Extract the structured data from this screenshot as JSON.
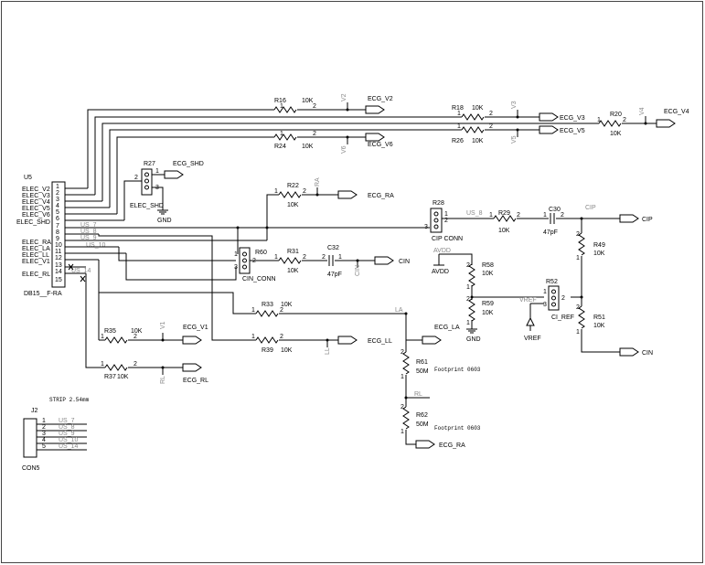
{
  "u5": {
    "ref": "U5",
    "part": "DB15__F-RA",
    "pins": [
      "1",
      "2",
      "3",
      "4",
      "5",
      "6",
      "7",
      "8",
      "9",
      "10",
      "11",
      "12",
      "13",
      "14",
      "15"
    ],
    "signals": [
      "ELEC_V2",
      "ELEC_V3",
      "ELEC_V4",
      "ELEC_V5",
      "ELEC_V6",
      "ELEC_SHD",
      "ELEC_RA",
      "ELEC_LA",
      "ELEC_LL",
      "ELEC_V1",
      "ELEC_RL"
    ],
    "nets": [
      "US_7",
      "US_8",
      "US_9",
      "US_10",
      "US_14"
    ]
  },
  "resistors": {
    "r16": {
      "ref": "R16",
      "value": "10K"
    },
    "r18": {
      "ref": "R18",
      "value": "10K"
    },
    "r20": {
      "ref": "R20",
      "value": "10K"
    },
    "r24": {
      "ref": "R24",
      "value": "10K"
    },
    "r26": {
      "ref": "R26",
      "value": "10K"
    },
    "r22": {
      "ref": "R22",
      "value": "10K"
    },
    "r29": {
      "ref": "R29",
      "value": "10K"
    },
    "r31": {
      "ref": "R31",
      "value": "10K"
    },
    "r33": {
      "ref": "R33",
      "value": "10K"
    },
    "r39": {
      "ref": "R39",
      "value": "10K"
    },
    "r35": {
      "ref": "R35",
      "value": "10K"
    },
    "r37": {
      "ref": "R37",
      "value": "10K"
    },
    "r49": {
      "ref": "R49",
      "value": "10K"
    },
    "r51": {
      "ref": "R51",
      "value": "10K"
    },
    "r58": {
      "ref": "R58",
      "value": "10K"
    },
    "r59": {
      "ref": "R59",
      "value": "10K"
    },
    "r61": {
      "ref": "R61",
      "value": "50M",
      "note": "Footprint 0603"
    },
    "r62": {
      "ref": "R62",
      "value": "50M",
      "note": "Footprint 0603"
    }
  },
  "capacitors": {
    "c30": {
      "ref": "C30",
      "value": "47pF"
    },
    "c32": {
      "ref": "C32",
      "value": "47pF"
    }
  },
  "headers": {
    "r27": {
      "ref": "R27",
      "name": "ELEC_SHD"
    },
    "r28": {
      "ref": "R28",
      "name": "CIP CONN"
    },
    "r60": {
      "ref": "R60",
      "name": "CIN_CONN"
    },
    "r52": {
      "ref": "R52",
      "name": "CI_REF"
    }
  },
  "net_labels": {
    "ecg_v2": "ECG_V2",
    "ecg_v3": "ECG_V3",
    "ecg_v4": "ECG_V4",
    "ecg_v5": "ECG_V5",
    "ecg_v6": "ECG_V6",
    "ecg_shd": "ECG_SHD",
    "ecg_ra": "ECG_RA",
    "ecg_la": "ECG_LA",
    "ecg_ll": "ECG_LL",
    "ecg_v1": "ECG_V1",
    "ecg_rl": "ECG_RL",
    "ecg_ra2": "ECG_RA",
    "cip": "CIP",
    "cin": "CIN",
    "cin2": "CIN"
  },
  "vert_tags": {
    "v2": "V2",
    "v3": "V3",
    "v4": "V4",
    "v5": "V5",
    "v6": "V6",
    "ra": "RA",
    "v1": "V1",
    "ll": "LL",
    "rl": "RL",
    "cin": "CIN"
  },
  "small_tags": {
    "la": "LA",
    "rl": "RL",
    "cip": "CIP",
    "us8": "US_8",
    "vref": "VREF",
    "avdd": "AVDD"
  },
  "power": {
    "gnd": "GND",
    "avdd": "AVDD",
    "vref": "VREF"
  },
  "j2": {
    "ref": "J2",
    "title": "STRIP 2.54mm",
    "part": "CON5",
    "pins": [
      "1",
      "2",
      "3",
      "4",
      "5"
    ],
    "nets": [
      "US_7",
      "US_8",
      "US_9",
      "US_10",
      "US_14"
    ]
  },
  "pin_nums": {
    "one": "1",
    "two": "2",
    "three": "3"
  }
}
